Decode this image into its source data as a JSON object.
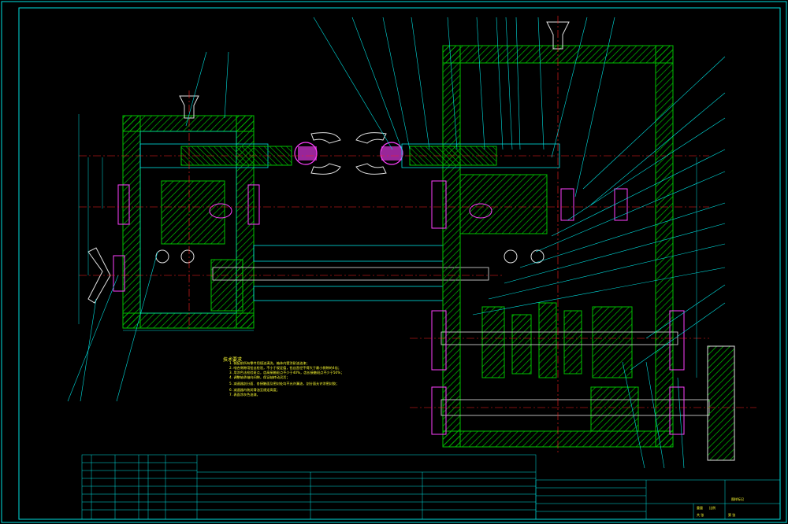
{
  "drawing": {
    "background": "#000000",
    "frame_color": "#00e0e0",
    "hatch_color": "#00c000",
    "center_line_color": "#ff2020",
    "annotation_color": "#ffff33",
    "part_color": "#ff40ff"
  },
  "notes": {
    "title": "技术要求",
    "lines": [
      "1. 装配前所有零件用煤油清洗，箱体内壁涂耐油油漆；",
      "2. 啮合侧隙用铅丝检验，不小于规定值，铅丝直径不得大于最小侧隙的4倍；",
      "3. 用涂色法检验斑点，齿高接触斑点不少于40%，齿长接触斑点不少于50%；",
      "4. 调整轴承轴向间隙，保证轴转动灵活；",
      "5. 减速器剖分面、各接触面及密封处均不允许漏油，剖分面允许涂密封胶；",
      "6. 减速器内装润滑油至规定高度；",
      "7. 表面涂灰色油漆。"
    ]
  },
  "title_block": {
    "cells": [
      "图样标记",
      "重量",
      "比例",
      "共 张",
      "第 张"
    ]
  }
}
